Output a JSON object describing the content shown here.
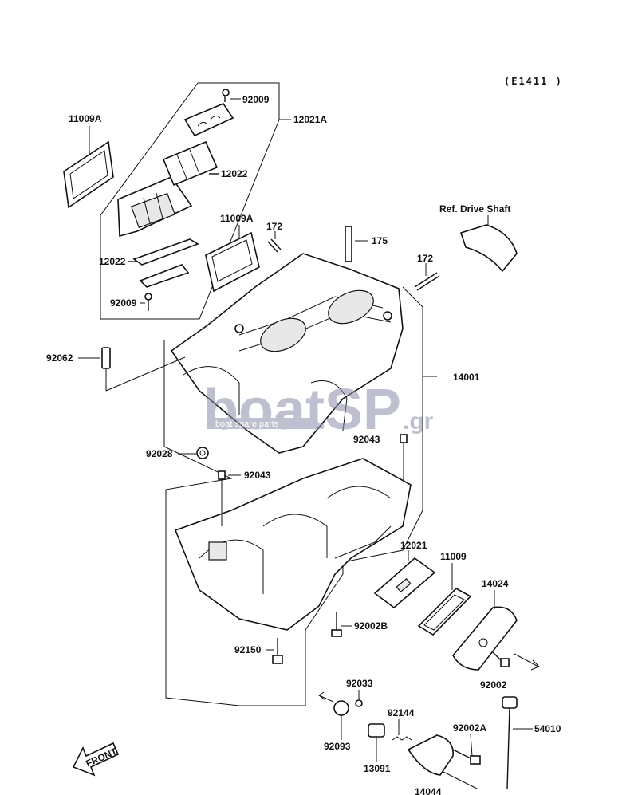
{
  "diagram_code": "(E1411 )",
  "ref_label": "Ref. Drive Shaft",
  "front_label": "FRONT",
  "watermark": {
    "main": "boatSP",
    "suffix": ".gr",
    "tagline": "boat spare parts"
  },
  "parts": {
    "p11009A_left": "11009A",
    "p92009_top": "92009",
    "p12021A": "12021A",
    "p12022_right": "12022",
    "p11009A_mid": "11009A",
    "p172_top": "172",
    "p175": "175",
    "p12022_left": "12022",
    "p92009_bottom": "92009",
    "p172_right": "172",
    "p92062": "92062",
    "p14001": "14001",
    "p92028": "92028",
    "p92043_right": "92043",
    "p92043_left": "92043",
    "p12021": "12021",
    "p11009": "11009",
    "p14024": "14024",
    "p92002B": "92002B",
    "p92150": "92150",
    "p92002": "92002",
    "p92033": "92033",
    "p92144": "92144",
    "p92002A": "92002A",
    "p54010": "54010",
    "p92093": "92093",
    "p13091": "13091",
    "p14044": "14044"
  }
}
